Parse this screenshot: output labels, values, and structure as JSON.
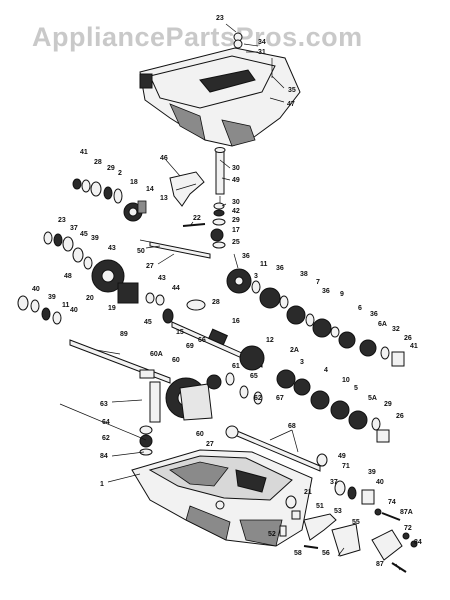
{
  "watermark": "AppliancePartsPros.com",
  "callouts": [
    {
      "id": "c-23",
      "text": "23"
    },
    {
      "id": "c-34",
      "text": "34"
    },
    {
      "id": "c-31",
      "text": "31"
    },
    {
      "id": "c-35",
      "text": "35"
    },
    {
      "id": "c-47",
      "text": "47"
    },
    {
      "id": "c-41a",
      "text": "41"
    },
    {
      "id": "c-28a",
      "text": "28"
    },
    {
      "id": "c-29a",
      "text": "29"
    },
    {
      "id": "c-2a",
      "text": "2"
    },
    {
      "id": "c-18",
      "text": "18"
    },
    {
      "id": "c-14",
      "text": "14"
    },
    {
      "id": "c-13",
      "text": "13"
    },
    {
      "id": "c-46",
      "text": "46"
    },
    {
      "id": "c-30a",
      "text": "30"
    },
    {
      "id": "c-49",
      "text": "49"
    },
    {
      "id": "c-30b",
      "text": "30"
    },
    {
      "id": "c-42",
      "text": "42"
    },
    {
      "id": "c-22",
      "text": "22"
    },
    {
      "id": "c-29b",
      "text": "29"
    },
    {
      "id": "c-17",
      "text": "17"
    },
    {
      "id": "c-25",
      "text": "25"
    },
    {
      "id": "c-23b",
      "text": "23"
    },
    {
      "id": "c-37",
      "text": "37"
    },
    {
      "id": "c-45",
      "text": "45"
    },
    {
      "id": "c-39a",
      "text": "39"
    },
    {
      "id": "c-43a",
      "text": "43"
    },
    {
      "id": "c-48",
      "text": "48"
    },
    {
      "id": "c-50",
      "text": "50"
    },
    {
      "id": "c-27a",
      "text": "27"
    },
    {
      "id": "c-36a",
      "text": "36"
    },
    {
      "id": "c-11a",
      "text": "11"
    },
    {
      "id": "c-3a",
      "text": "3"
    },
    {
      "id": "c-36b",
      "text": "36"
    },
    {
      "id": "c-38",
      "text": "38"
    },
    {
      "id": "c-7",
      "text": "7"
    },
    {
      "id": "c-36c",
      "text": "36"
    },
    {
      "id": "c-9",
      "text": "9"
    },
    {
      "id": "c-6",
      "text": "6"
    },
    {
      "id": "c-36d",
      "text": "36"
    },
    {
      "id": "c-6a",
      "text": "6A"
    },
    {
      "id": "c-32",
      "text": "32"
    },
    {
      "id": "c-26a",
      "text": "26"
    },
    {
      "id": "c-41b",
      "text": "41"
    },
    {
      "id": "c-20",
      "text": "20"
    },
    {
      "id": "c-43b",
      "text": "43"
    },
    {
      "id": "c-44",
      "text": "44"
    },
    {
      "id": "c-19",
      "text": "19"
    },
    {
      "id": "c-45b",
      "text": "45"
    },
    {
      "id": "c-15",
      "text": "15"
    },
    {
      "id": "c-28b",
      "text": "28"
    },
    {
      "id": "c-40a",
      "text": "40"
    },
    {
      "id": "c-39b",
      "text": "39"
    },
    {
      "id": "c-11b",
      "text": "11"
    },
    {
      "id": "c-40b",
      "text": "40"
    },
    {
      "id": "c-89",
      "text": "89"
    },
    {
      "id": "c-16",
      "text": "16"
    },
    {
      "id": "c-66",
      "text": "66"
    },
    {
      "id": "c-12",
      "text": "12"
    },
    {
      "id": "c-60a",
      "text": "60A"
    },
    {
      "id": "c-60",
      "text": "60"
    },
    {
      "id": "c-69",
      "text": "69"
    },
    {
      "id": "c-2b",
      "text": "2A"
    },
    {
      "id": "c-3b",
      "text": "3"
    },
    {
      "id": "c-61",
      "text": "61"
    },
    {
      "id": "c-65",
      "text": "65"
    },
    {
      "id": "c-4",
      "text": "4"
    },
    {
      "id": "c-10",
      "text": "10"
    },
    {
      "id": "c-5",
      "text": "5"
    },
    {
      "id": "c-5a",
      "text": "5A"
    },
    {
      "id": "c-29c",
      "text": "29"
    },
    {
      "id": "c-26b",
      "text": "26"
    },
    {
      "id": "c-62a",
      "text": "62"
    },
    {
      "id": "c-67",
      "text": "67"
    },
    {
      "id": "c-63",
      "text": "63"
    },
    {
      "id": "c-64",
      "text": "64"
    },
    {
      "id": "c-62b",
      "text": "62"
    },
    {
      "id": "c-84a",
      "text": "84"
    },
    {
      "id": "c-60b",
      "text": "60"
    },
    {
      "id": "c-27b",
      "text": "27"
    },
    {
      "id": "c-68",
      "text": "68"
    },
    {
      "id": "c-1",
      "text": "1"
    },
    {
      "id": "c-49b",
      "text": "49"
    },
    {
      "id": "c-71",
      "text": "71"
    },
    {
      "id": "c-37b",
      "text": "37"
    },
    {
      "id": "c-39c",
      "text": "39"
    },
    {
      "id": "c-40c",
      "text": "40"
    },
    {
      "id": "c-21",
      "text": "21"
    },
    {
      "id": "c-51",
      "text": "51"
    },
    {
      "id": "c-74",
      "text": "74"
    },
    {
      "id": "c-87a",
      "text": "87A"
    },
    {
      "id": "c-53",
      "text": "53"
    },
    {
      "id": "c-52",
      "text": "52"
    },
    {
      "id": "c-55",
      "text": "55"
    },
    {
      "id": "c-58",
      "text": "58"
    },
    {
      "id": "c-56",
      "text": "56"
    },
    {
      "id": "c-72",
      "text": "72"
    },
    {
      "id": "c-84b",
      "text": "84"
    },
    {
      "id": "c-87",
      "text": "87"
    }
  ]
}
